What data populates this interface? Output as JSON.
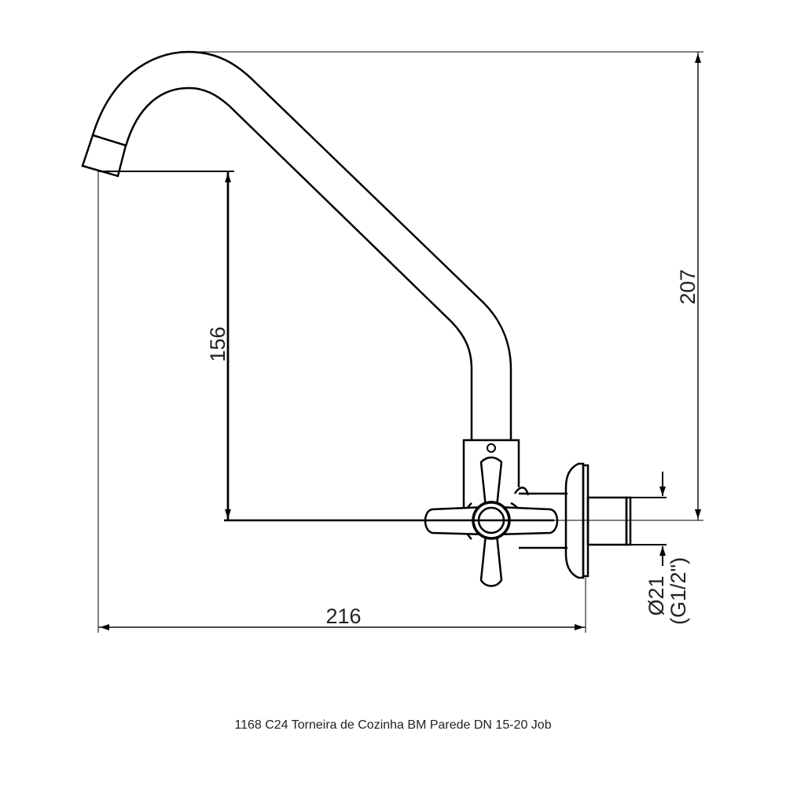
{
  "dimensions": {
    "height_total": "207",
    "outlet_height": "156",
    "projection": "216",
    "connection_diameter": "Ø21",
    "connection_thread": "(G1/2\")"
  },
  "caption": "1168 C24 Torneira de Cozinha BM Parede DN 15-20 Job",
  "colors": {
    "line": "#000000",
    "text": "#222222"
  }
}
